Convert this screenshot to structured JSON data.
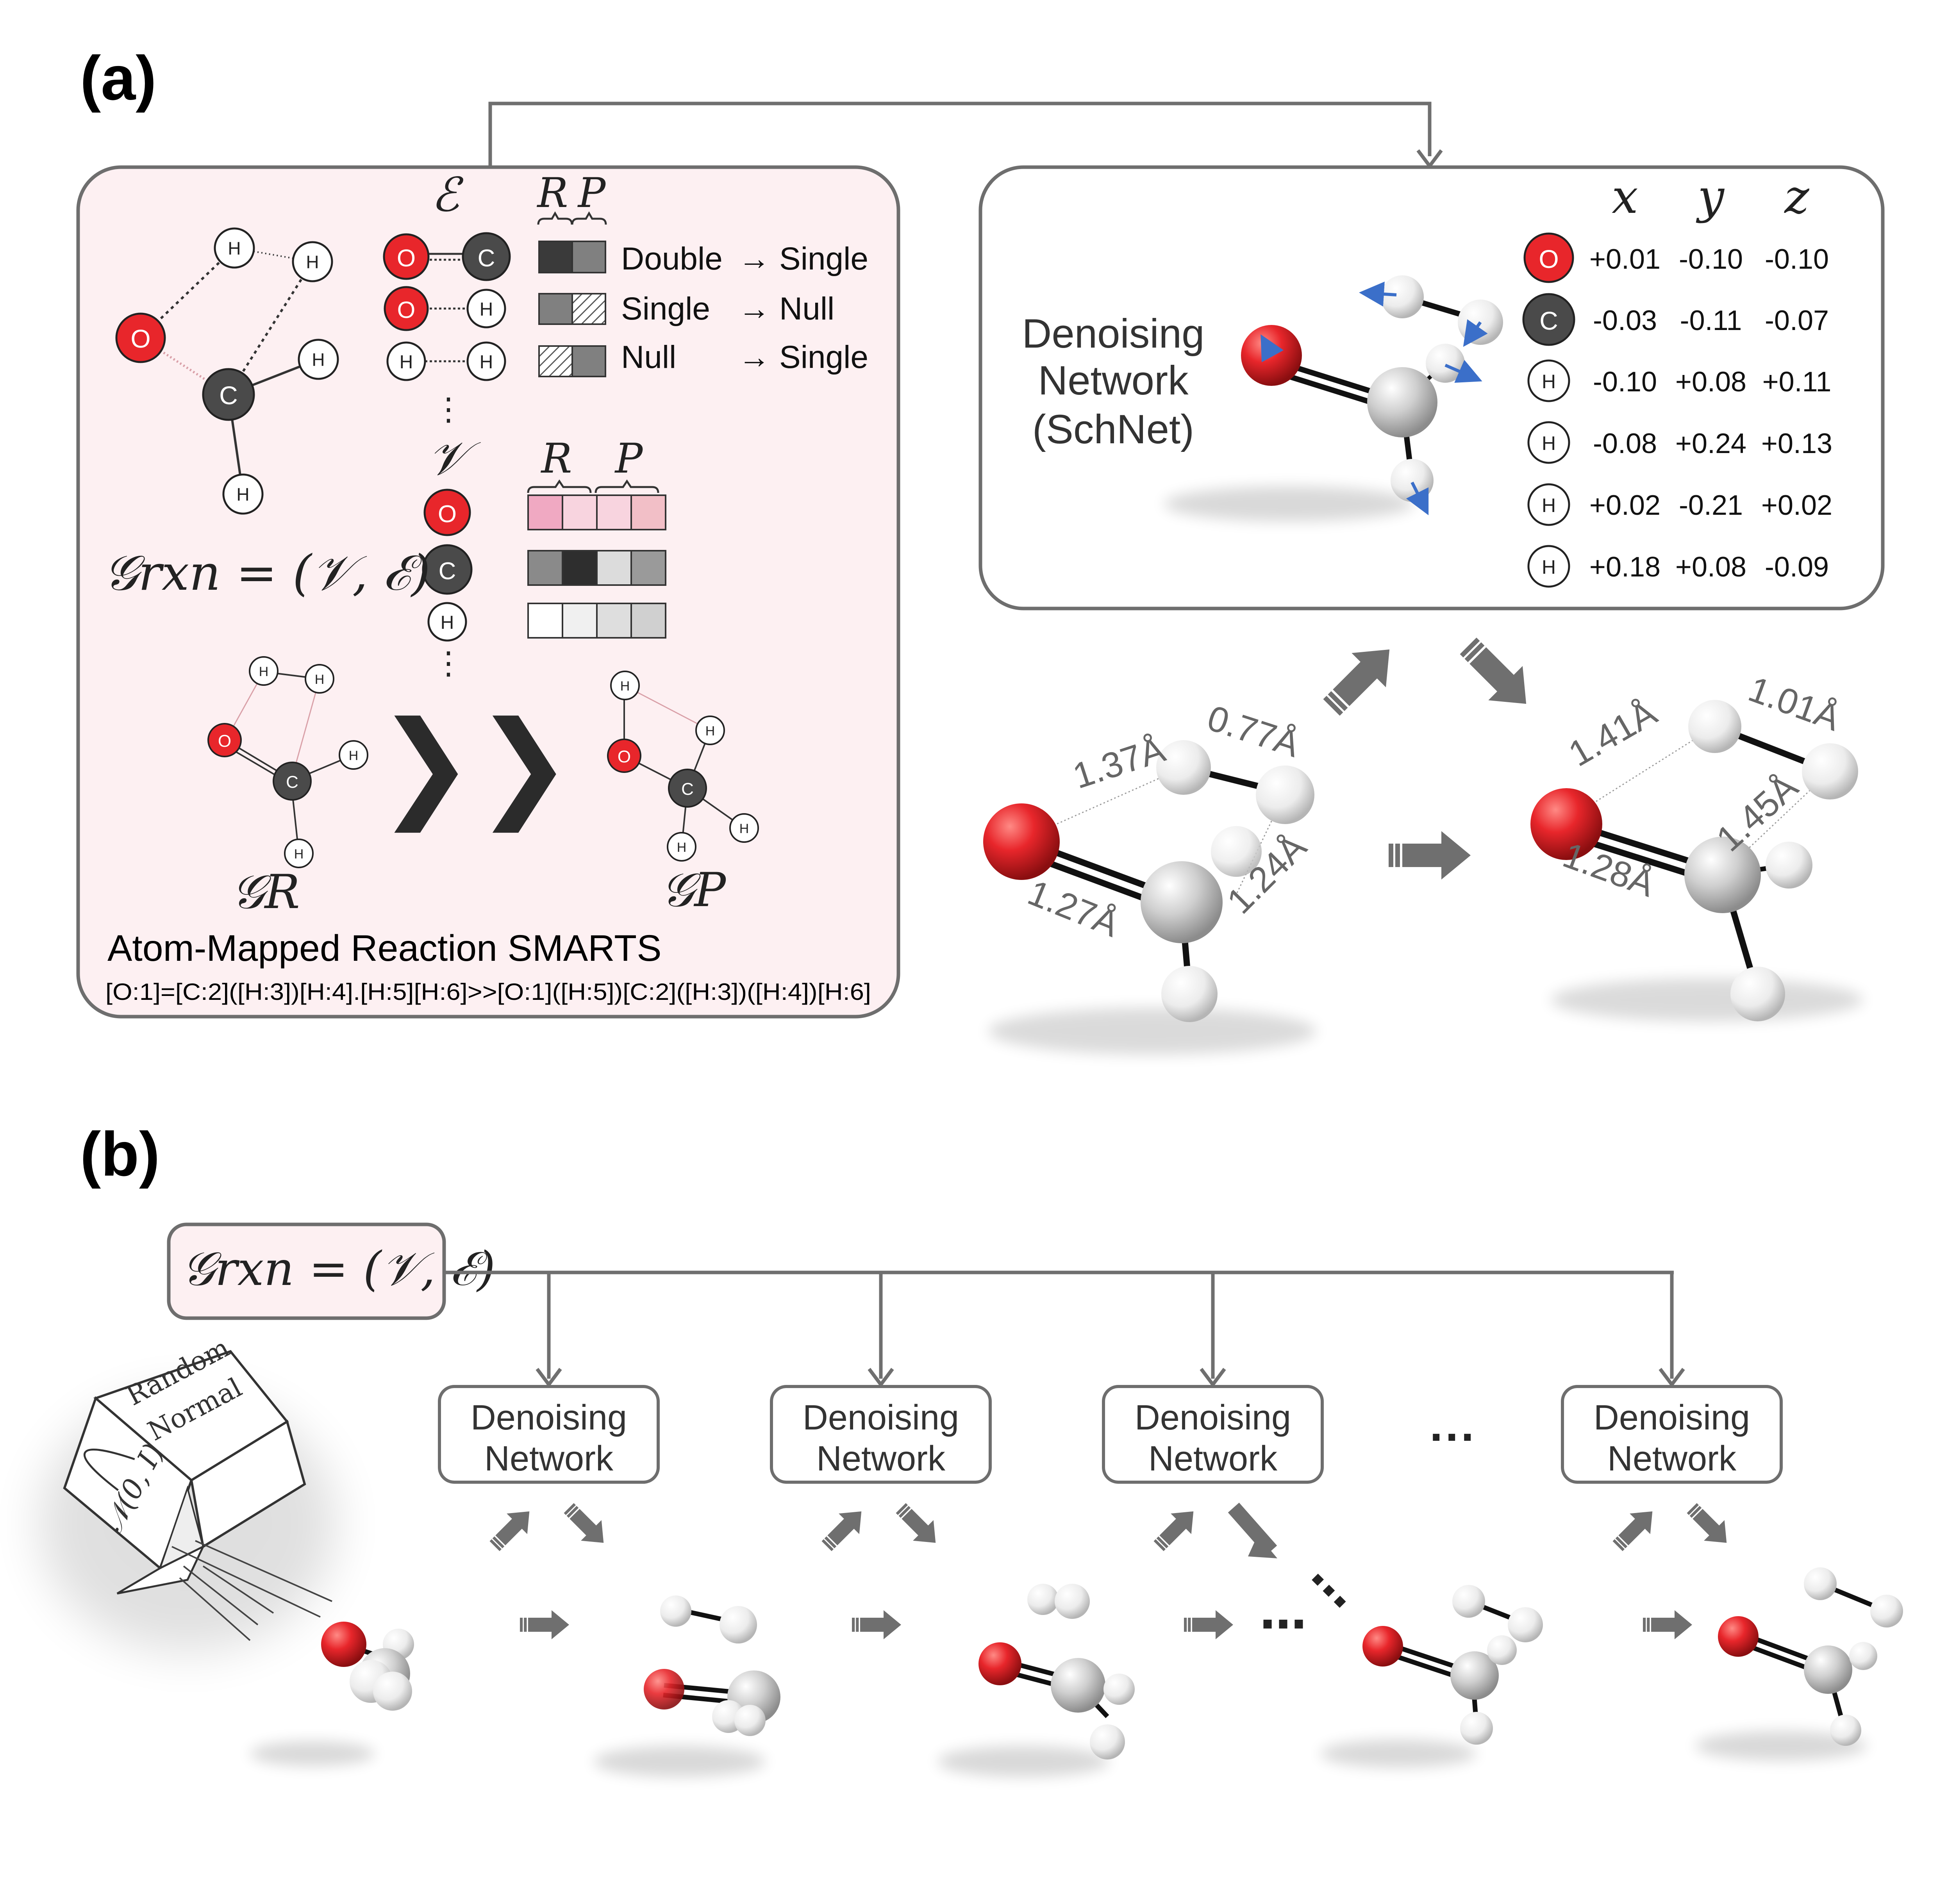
{
  "panel_labels": {
    "a": "(a)",
    "b": "(b)"
  },
  "colors": {
    "oxygen": "#e8262b",
    "carbon": "#4a4a4a",
    "hydrogen": "#ffffff",
    "box_fill": "#fdf0f2",
    "box_stroke": "#6e6e6e",
    "arrow": "#6f6f6f",
    "displacement": "#3b6fc9"
  },
  "graph_box": {
    "edge_symbol": "ℰ",
    "node_symbol": "𝒱",
    "R": "R",
    "P": "P",
    "g_rxn": "𝒢rxn = (𝒱, ℰ)",
    "g_r": "𝒢R",
    "g_p": "𝒢P",
    "dots": "⋮",
    "edges": [
      {
        "a": "O",
        "b": "C",
        "from": "Double",
        "arrow": "→",
        "to": "Single"
      },
      {
        "a": "O",
        "b": "H",
        "from": "Single",
        "arrow": "→",
        "to": "Null"
      },
      {
        "a": "H",
        "b": "H",
        "from": "Null",
        "arrow": "→",
        "to": "Single"
      }
    ],
    "nodes": [
      "O",
      "C",
      "H"
    ],
    "reaction_arrow": "❯❯",
    "smarts_title": "Atom-Mapped Reaction SMARTS",
    "smarts": "[O:1]=[C:2]([H:3])[H:4].[H:5][H:6]>>[O:1]([H:5])[C:2]([H:3])([H:4])[H:6]",
    "atoms": {
      "O": "O",
      "C": "C",
      "H": "H"
    }
  },
  "schnet_box": {
    "title_line1": "Denoising",
    "title_line2": "Network",
    "title_line3": "(SchNet)",
    "columns": [
      "x",
      "y",
      "z"
    ],
    "rows": [
      {
        "atom": "O",
        "x": "+0.01",
        "y": "-0.10",
        "z": "-0.10"
      },
      {
        "atom": "C",
        "x": "-0.03",
        "y": "-0.11",
        "z": "-0.07"
      },
      {
        "atom": "H",
        "x": "-0.10",
        "y": "+0.08",
        "z": "+0.11"
      },
      {
        "atom": "H",
        "x": "-0.08",
        "y": "+0.24",
        "z": "+0.13"
      },
      {
        "atom": "H",
        "x": "+0.02",
        "y": "-0.21",
        "z": "+0.02"
      },
      {
        "atom": "H",
        "x": "+0.18",
        "y": "+0.08",
        "z": "-0.09"
      }
    ]
  },
  "bond_lengths_before": [
    "1.37Å",
    "0.77Å",
    "1.27Å",
    "1.24Å"
  ],
  "bond_lengths_after": [
    "1.41Å",
    "1.01Å",
    "1.45Å",
    "1.28Å"
  ],
  "panel_b": {
    "g_rxn": "𝒢rxn = (𝒱, ℰ)",
    "die_line1": "Random",
    "die_line2": "Normal",
    "die_side": "𝒩(0, I)",
    "network_line1": "Denoising",
    "network_line2": "Network",
    "ellipsis": "···",
    "step_ellipsis": "⋯"
  }
}
